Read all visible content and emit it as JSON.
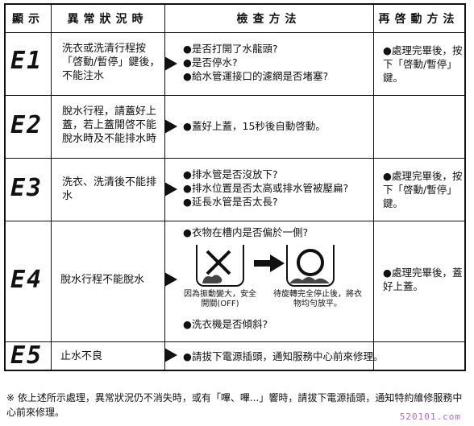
{
  "header": {
    "col_display": "顯示",
    "col_condition": "異常狀況時",
    "col_check": "檢查方法",
    "col_restart": "再啓動方法"
  },
  "rows": [
    {
      "code": "E1",
      "condition": "洗衣或洗清行程按「啓動/暫停」鍵後，不能注水",
      "checks": [
        "是否打開了水龍頭?",
        "是否停水?",
        "給水管運接口的濾網是否堵塞?"
      ],
      "restart": "處理完畢後，按下「啓動/暫停」鍵。"
    },
    {
      "code": "E2",
      "condition": "脫水行程，請蓋好上蓋，若上蓋開啓不能脫水時及不能排水時",
      "checks": [
        "蓋好上蓋，15秒後自動啓動。"
      ],
      "restart": ""
    },
    {
      "code": "E3",
      "condition": "洗衣、洗清後不能排水",
      "checks": [
        "排水管是否沒放下?",
        "排水位置是否太高或排水管被壓扁?",
        "延長水管是否太長?"
      ],
      "restart": "處理完畢後，按下「啓動/暫停」鍵。"
    },
    {
      "code": "E4",
      "condition": "脫水行程不能脫水",
      "checks": [
        "衣物在槽内是否偏於一側?",
        "洗衣機是否傾斜?"
      ],
      "figure_left_caption": "因為振動變大，安全開關(OFF)",
      "figure_right_caption": "待旋轉完全停止後，將衣物均勻放平。",
      "restart": "處理完畢後，蓋好上蓋。"
    },
    {
      "code": "E5",
      "condition": "止水不良",
      "checks": [
        "請拔下電源插頭，通知服務中心前來修理。"
      ],
      "restart": ""
    }
  ],
  "footnote": "※ 依上述所示處理，異常狀況仍不消失時，或有「嗶、嗶...」響時，請拔下電源插頭，通知特約維修服務中心前來修理。",
  "watermark": "520101.com"
}
